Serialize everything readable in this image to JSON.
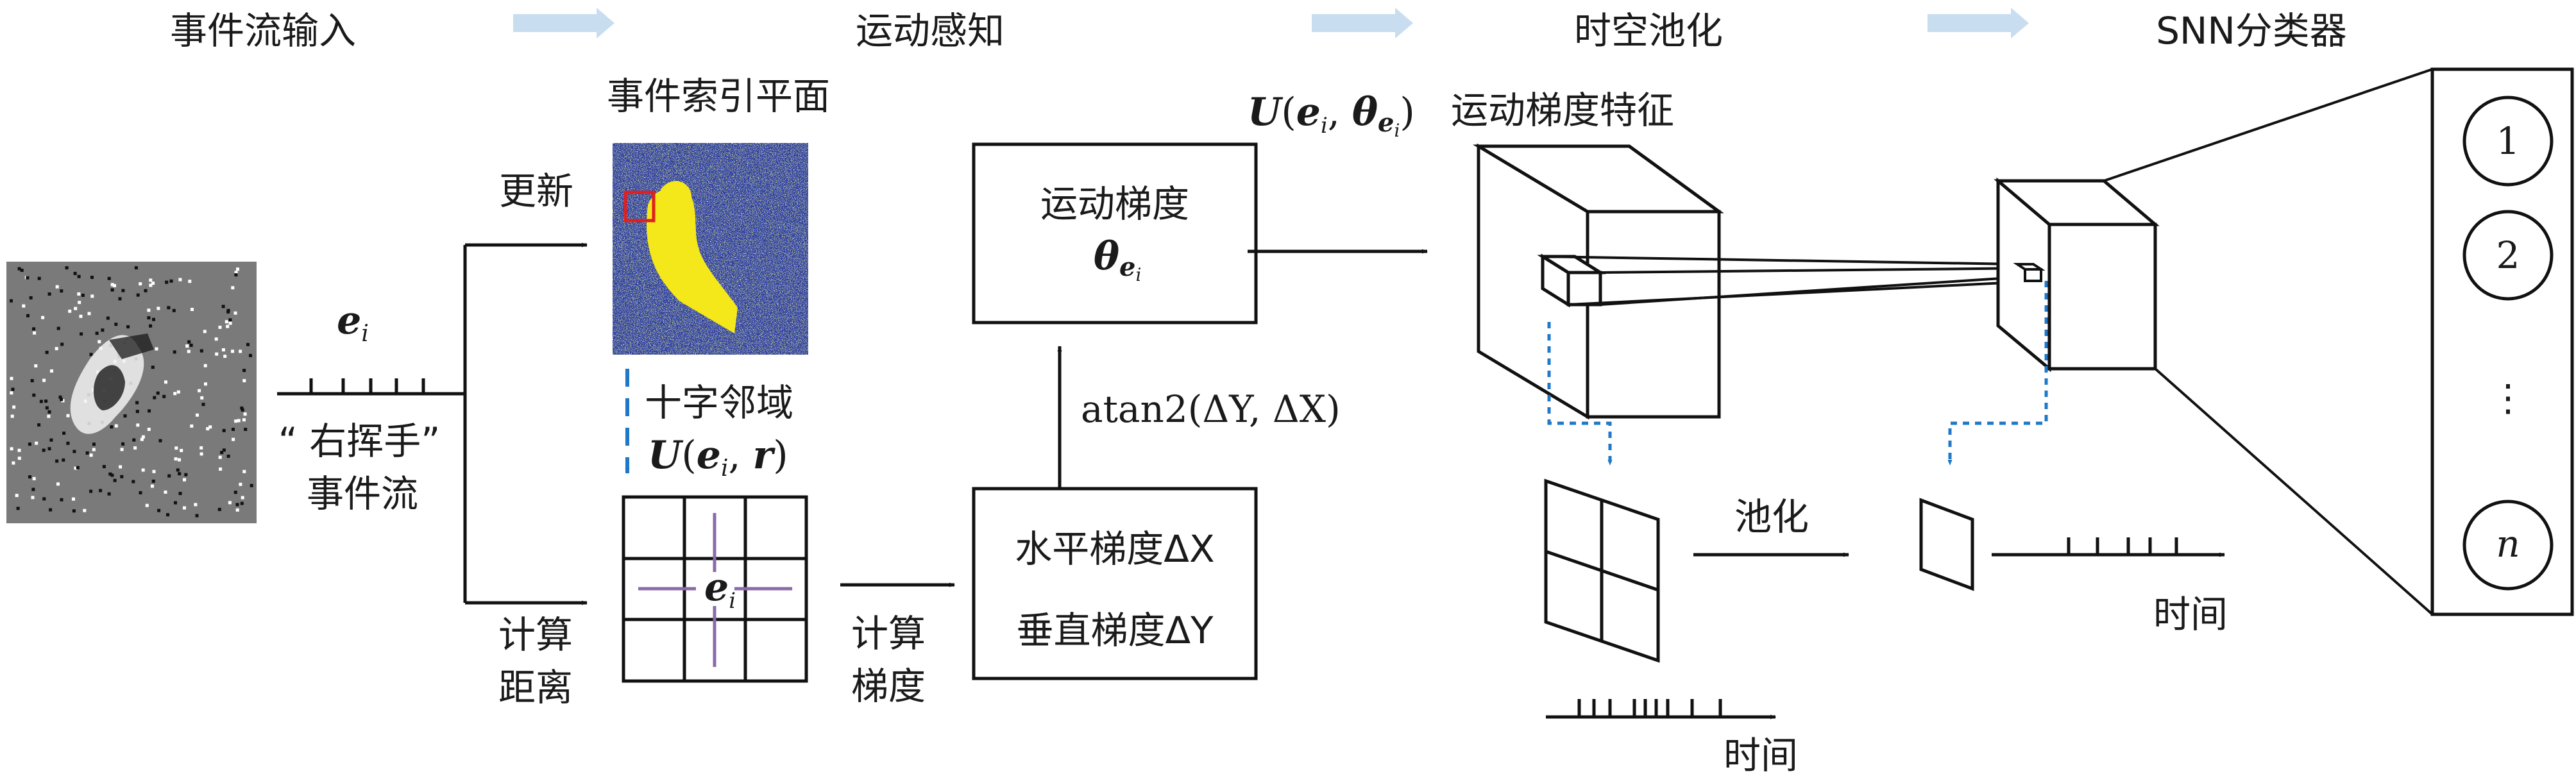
{
  "stages": {
    "input": "事件流输入",
    "motion": "运动感知",
    "pooling": "时空池化",
    "classifier": "SNN分类器"
  },
  "event_image": {
    "caption": "“ 右挥手”",
    "caption_line2": "事件流"
  },
  "event_symbol": {
    "base": "e",
    "sub": "i"
  },
  "index_plane": {
    "title": "事件索引平面",
    "update_label": "更新",
    "distance_label_line1": "计算",
    "distance_label_line2": "距离"
  },
  "neighborhood": {
    "label": "十字邻域",
    "formula_prefix": "U",
    "formula_args": "(e",
    "formula_sub": "i",
    "formula_rest": ", r)",
    "center_base": "e",
    "center_sub": "i"
  },
  "gradient_step": {
    "label_line1": "计算",
    "label_line2": "梯度",
    "horizontal": "水平梯度ΔX",
    "vertical": "垂直梯度ΔY"
  },
  "atan_label": "atan2(ΔY, ΔX)",
  "motion_gradient": {
    "box_title": "运动梯度",
    "theta": "θ",
    "theta_sub_e": "e",
    "theta_sub_i": "i",
    "output_formula_u": "U",
    "output_formula_mid": "(e",
    "output_formula_sub": "i",
    "output_formula_theta": ", θ",
    "output_formula_end": ")"
  },
  "feature_label": "运动梯度特征",
  "pool_label": "池化",
  "time_label_bottom": "时间",
  "time_label_right": "时间",
  "classes": [
    "1",
    "2",
    "⋮",
    "n"
  ],
  "colors": {
    "accent_blue": "#1f78c8",
    "cell_fill": "#b4dbe6",
    "arrow_purple": "#8a6aa8",
    "header_arrow": "#c9ddf1",
    "red_box": "#e0201c"
  }
}
